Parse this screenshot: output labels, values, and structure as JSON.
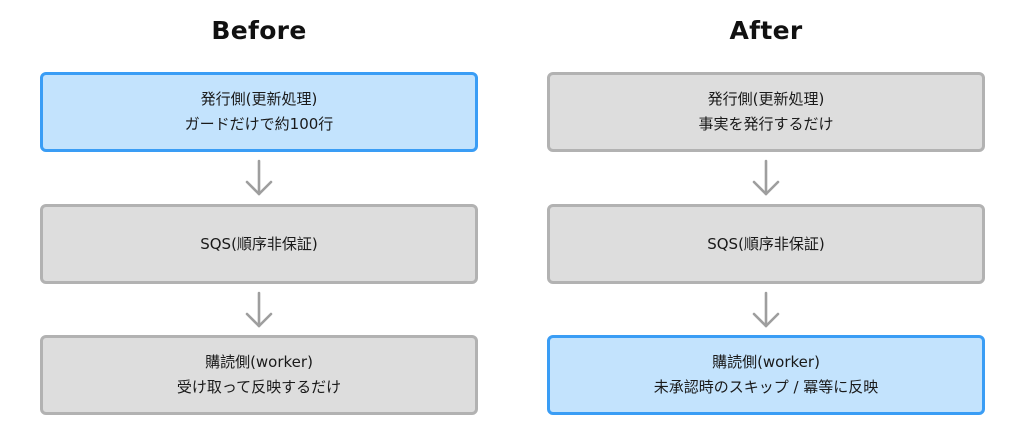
{
  "before": {
    "title": "Before",
    "boxes": [
      {
        "line1": "発行側(更新処理)",
        "line2": "ガードだけで約100行",
        "highlighted": true
      },
      {
        "line1": "SQS(順序非保証)",
        "line2": "",
        "highlighted": false
      },
      {
        "line1": "購読側(worker)",
        "line2": "受け取って反映するだけ",
        "highlighted": false
      }
    ]
  },
  "after": {
    "title": "After",
    "boxes": [
      {
        "line1": "発行側(更新処理)",
        "line2": "事実を発行するだけ",
        "highlighted": false
      },
      {
        "line1": "SQS(順序非保証)",
        "line2": "",
        "highlighted": false
      },
      {
        "line1": "購読側(worker)",
        "line2": "未承認時のスキップ / 冪等に反映",
        "highlighted": true
      }
    ]
  },
  "colors": {
    "box_fill": "#dddddd",
    "box_border": "#b2b2b2",
    "highlight_fill": "#c3e3fd",
    "highlight_border": "#3a9df5",
    "arrow": "#9e9e9e"
  }
}
